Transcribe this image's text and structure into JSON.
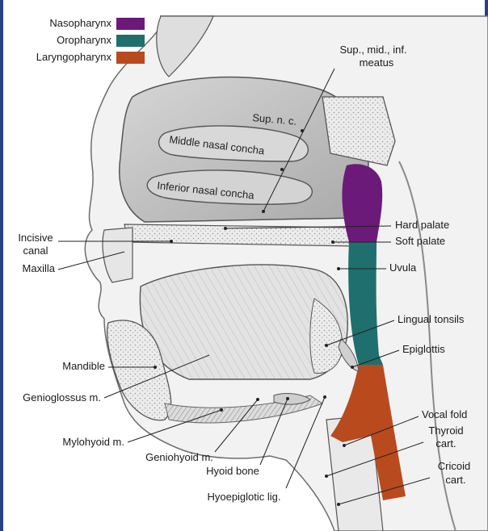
{
  "legend": [
    {
      "label": "Nasopharynx",
      "color": "#6b1a7a"
    },
    {
      "label": "Oropharynx",
      "color": "#1f6f6e"
    },
    {
      "label": "Laryngopharynx",
      "color": "#b94a1e"
    }
  ],
  "labels": {
    "meatus_line1": "Sup., mid., inf.",
    "meatus_line2": "meatus",
    "sup_nc": "Sup. n. c.",
    "middle_concha": "Middle nasal concha",
    "inferior_concha": "Inferior nasal concha",
    "incisive_line1": "Incisive",
    "incisive_line2": "canal",
    "maxilla": "Maxilla",
    "hard_palate": "Hard palate",
    "soft_palate": "Soft palate",
    "uvula": "Uvula",
    "lingual_tonsils": "Lingual tonsils",
    "epiglottis": "Epiglottis",
    "mandible": "Mandible",
    "genioglossus": "Genioglossus m.",
    "vocal_fold": "Vocal fold",
    "thyroid_line1": "Thyroid",
    "thyroid_line2": "cart.",
    "mylohyoid": "Mylohyoid m.",
    "geniohyoid": "Geniohyoid m.",
    "cricoid_line1": "Cricoid",
    "cricoid_line2": "cart.",
    "hyoid_bone": "Hyoid bone",
    "hyoepiglottic": "Hyoepiglotic lig."
  }
}
